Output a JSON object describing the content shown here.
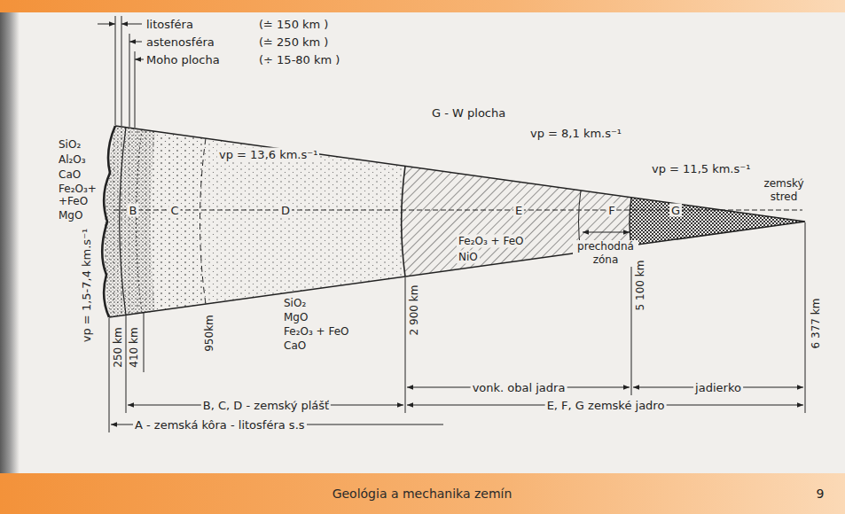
{
  "diagram": {
    "caption": "Geológia a mechanika zemín",
    "labels": [
      "litosféra",
      "(≐ 150 km )",
      "astenosféra",
      "(≐ 250 km )",
      "Moho plocha",
      "(÷ 15-80 km )",
      "G - W plocha",
      "vp = 8,1 km.s⁻¹",
      "vp = 13,6 km.s⁻¹",
      "vp = 11,5 km.s⁻¹",
      "SiO₂",
      "Al₂O₃",
      "CaO",
      "Fe₂O₃+",
      "+FeO",
      "MgO",
      "B",
      "C",
      "D",
      "E",
      "F",
      "G",
      "zemský stred",
      "vp = 1,5-7,4 km.s⁻¹",
      "SiO₂",
      "MgO",
      "Fe₂O₃ + FeO",
      "CaO",
      "Fe₂O₃ + FeO",
      "NiO",
      "prechodná zóna",
      "250 km",
      "410 km",
      "950km",
      "2 900 km",
      "5 100 km",
      "6 377 km",
      "vonk. obal jadra",
      "jadierko",
      "B, C, D - zemský plášť",
      "E, F, G zemské jadro",
      "A - zemská kôra - litosféra s.s",
      "9"
    ]
  }
}
